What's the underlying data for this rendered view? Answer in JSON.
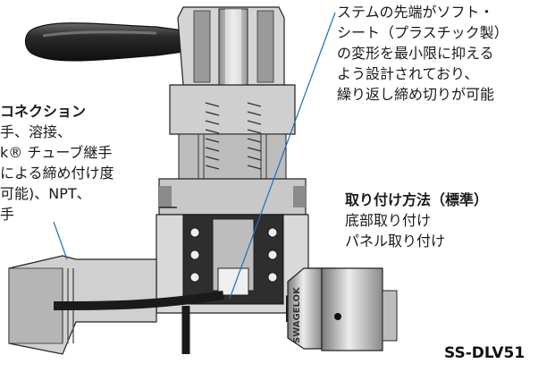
{
  "callouts": {
    "stem_tip": {
      "lines": [
        "ステムの先端がソフト・",
        "シート（プラスチック製）",
        "の変形を最小限に抑える",
        "よう設計されており、",
        "繰り返し締め切りが可能"
      ]
    },
    "end_connections": {
      "title": "コネクション",
      "lines": [
        "手、溶接、",
        "k® チューブ継手",
        "による締め付け度",
        "可能)、NPT、",
        "手"
      ]
    },
    "mounting": {
      "title": "取り付け方法（標準）",
      "lines": [
        "底部取り付け",
        "パネル取り付け"
      ]
    }
  },
  "model_number": "SS-DLV51",
  "nut_marking": "SWAGELOK",
  "colors": {
    "metal_light": "#d9d9d9",
    "metal_mid": "#a8a8a8",
    "metal_dark": "#4a4a4a",
    "handle": "#2b2b2b",
    "leader_line": "#1f6fb5"
  }
}
